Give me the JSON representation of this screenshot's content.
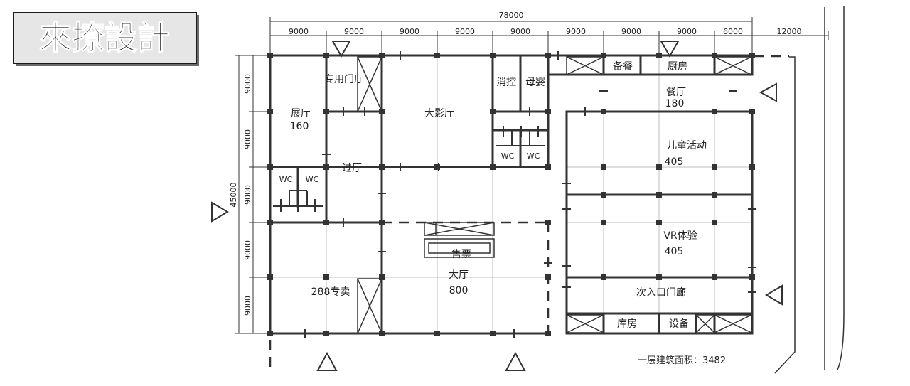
{
  "logo": {
    "text": "來撩設計"
  },
  "dimensions": {
    "overall_width": "78000",
    "top_spans": [
      "9000",
      "9000",
      "9000",
      "9000",
      "9000",
      "9000",
      "9000",
      "9000",
      "6000"
    ],
    "right_offset": "12000",
    "overall_height": "45000",
    "left_spans": [
      "9000",
      "9000",
      "9000",
      "9000",
      "9000"
    ]
  },
  "rooms": {
    "exhibition_hall": "展厅",
    "exhibition_hall_area": "160",
    "private_door_hall": "专用门厅",
    "big_screen_hall": "大影厅",
    "fire_control": "消控",
    "mother_baby": "母婴",
    "prep_meal": "备餐",
    "kitchen": "厨房",
    "restaurant": "餐厅",
    "restaurant_area": "180",
    "kids_activity": "儿童活动",
    "kids_activity_area": "405",
    "wc_1": "WC",
    "wc_2": "WC",
    "wc_3": "WC",
    "wc_4": "WC",
    "transit_hall": "过厅",
    "vr_experience": "VR体验",
    "vr_experience_area": "405",
    "ticketing": "售票",
    "lobby": "大厅",
    "lobby_area": "800",
    "shop_288": "288专卖",
    "secondary_entrance": "次入口门廊",
    "storage": "库房",
    "equipment": "设备"
  },
  "footer": {
    "floor_area": "一层建筑面积：3482"
  }
}
